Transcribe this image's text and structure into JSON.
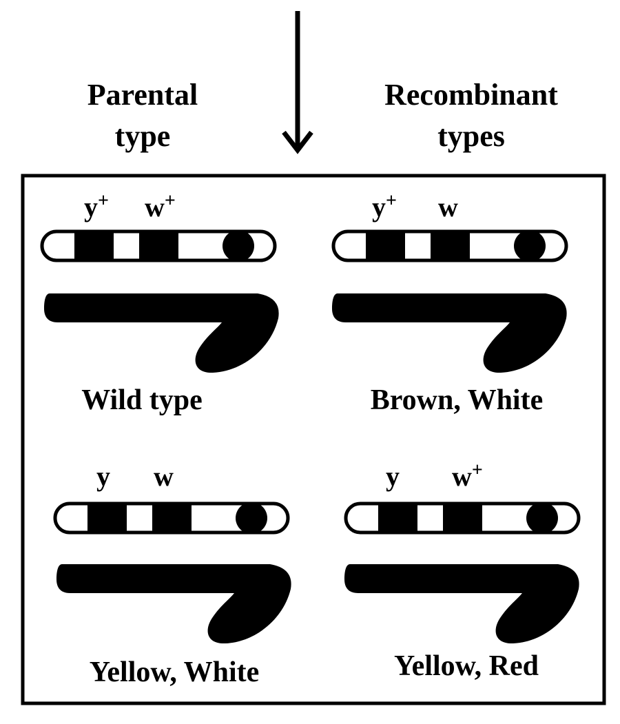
{
  "headers": {
    "left_line1": "Parental",
    "left_line2": "type",
    "right_line1": "Recombinant",
    "right_line2": "types"
  },
  "panels": [
    {
      "gene1": "y",
      "gene1_sup": "+",
      "gene2": "w",
      "gene2_sup": "+",
      "caption": "Wild type"
    },
    {
      "gene1": "y",
      "gene1_sup": "+",
      "gene2": "w",
      "gene2_sup": "",
      "caption": "Brown, White"
    },
    {
      "gene1": "y",
      "gene1_sup": "",
      "gene2": "w",
      "gene2_sup": "",
      "caption": "Yellow, White"
    },
    {
      "gene1": "y",
      "gene1_sup": "",
      "gene2": "w",
      "gene2_sup": "+",
      "caption": "Yellow, Red"
    }
  ],
  "colors": {
    "ink": "#000000",
    "paper": "#ffffff"
  }
}
